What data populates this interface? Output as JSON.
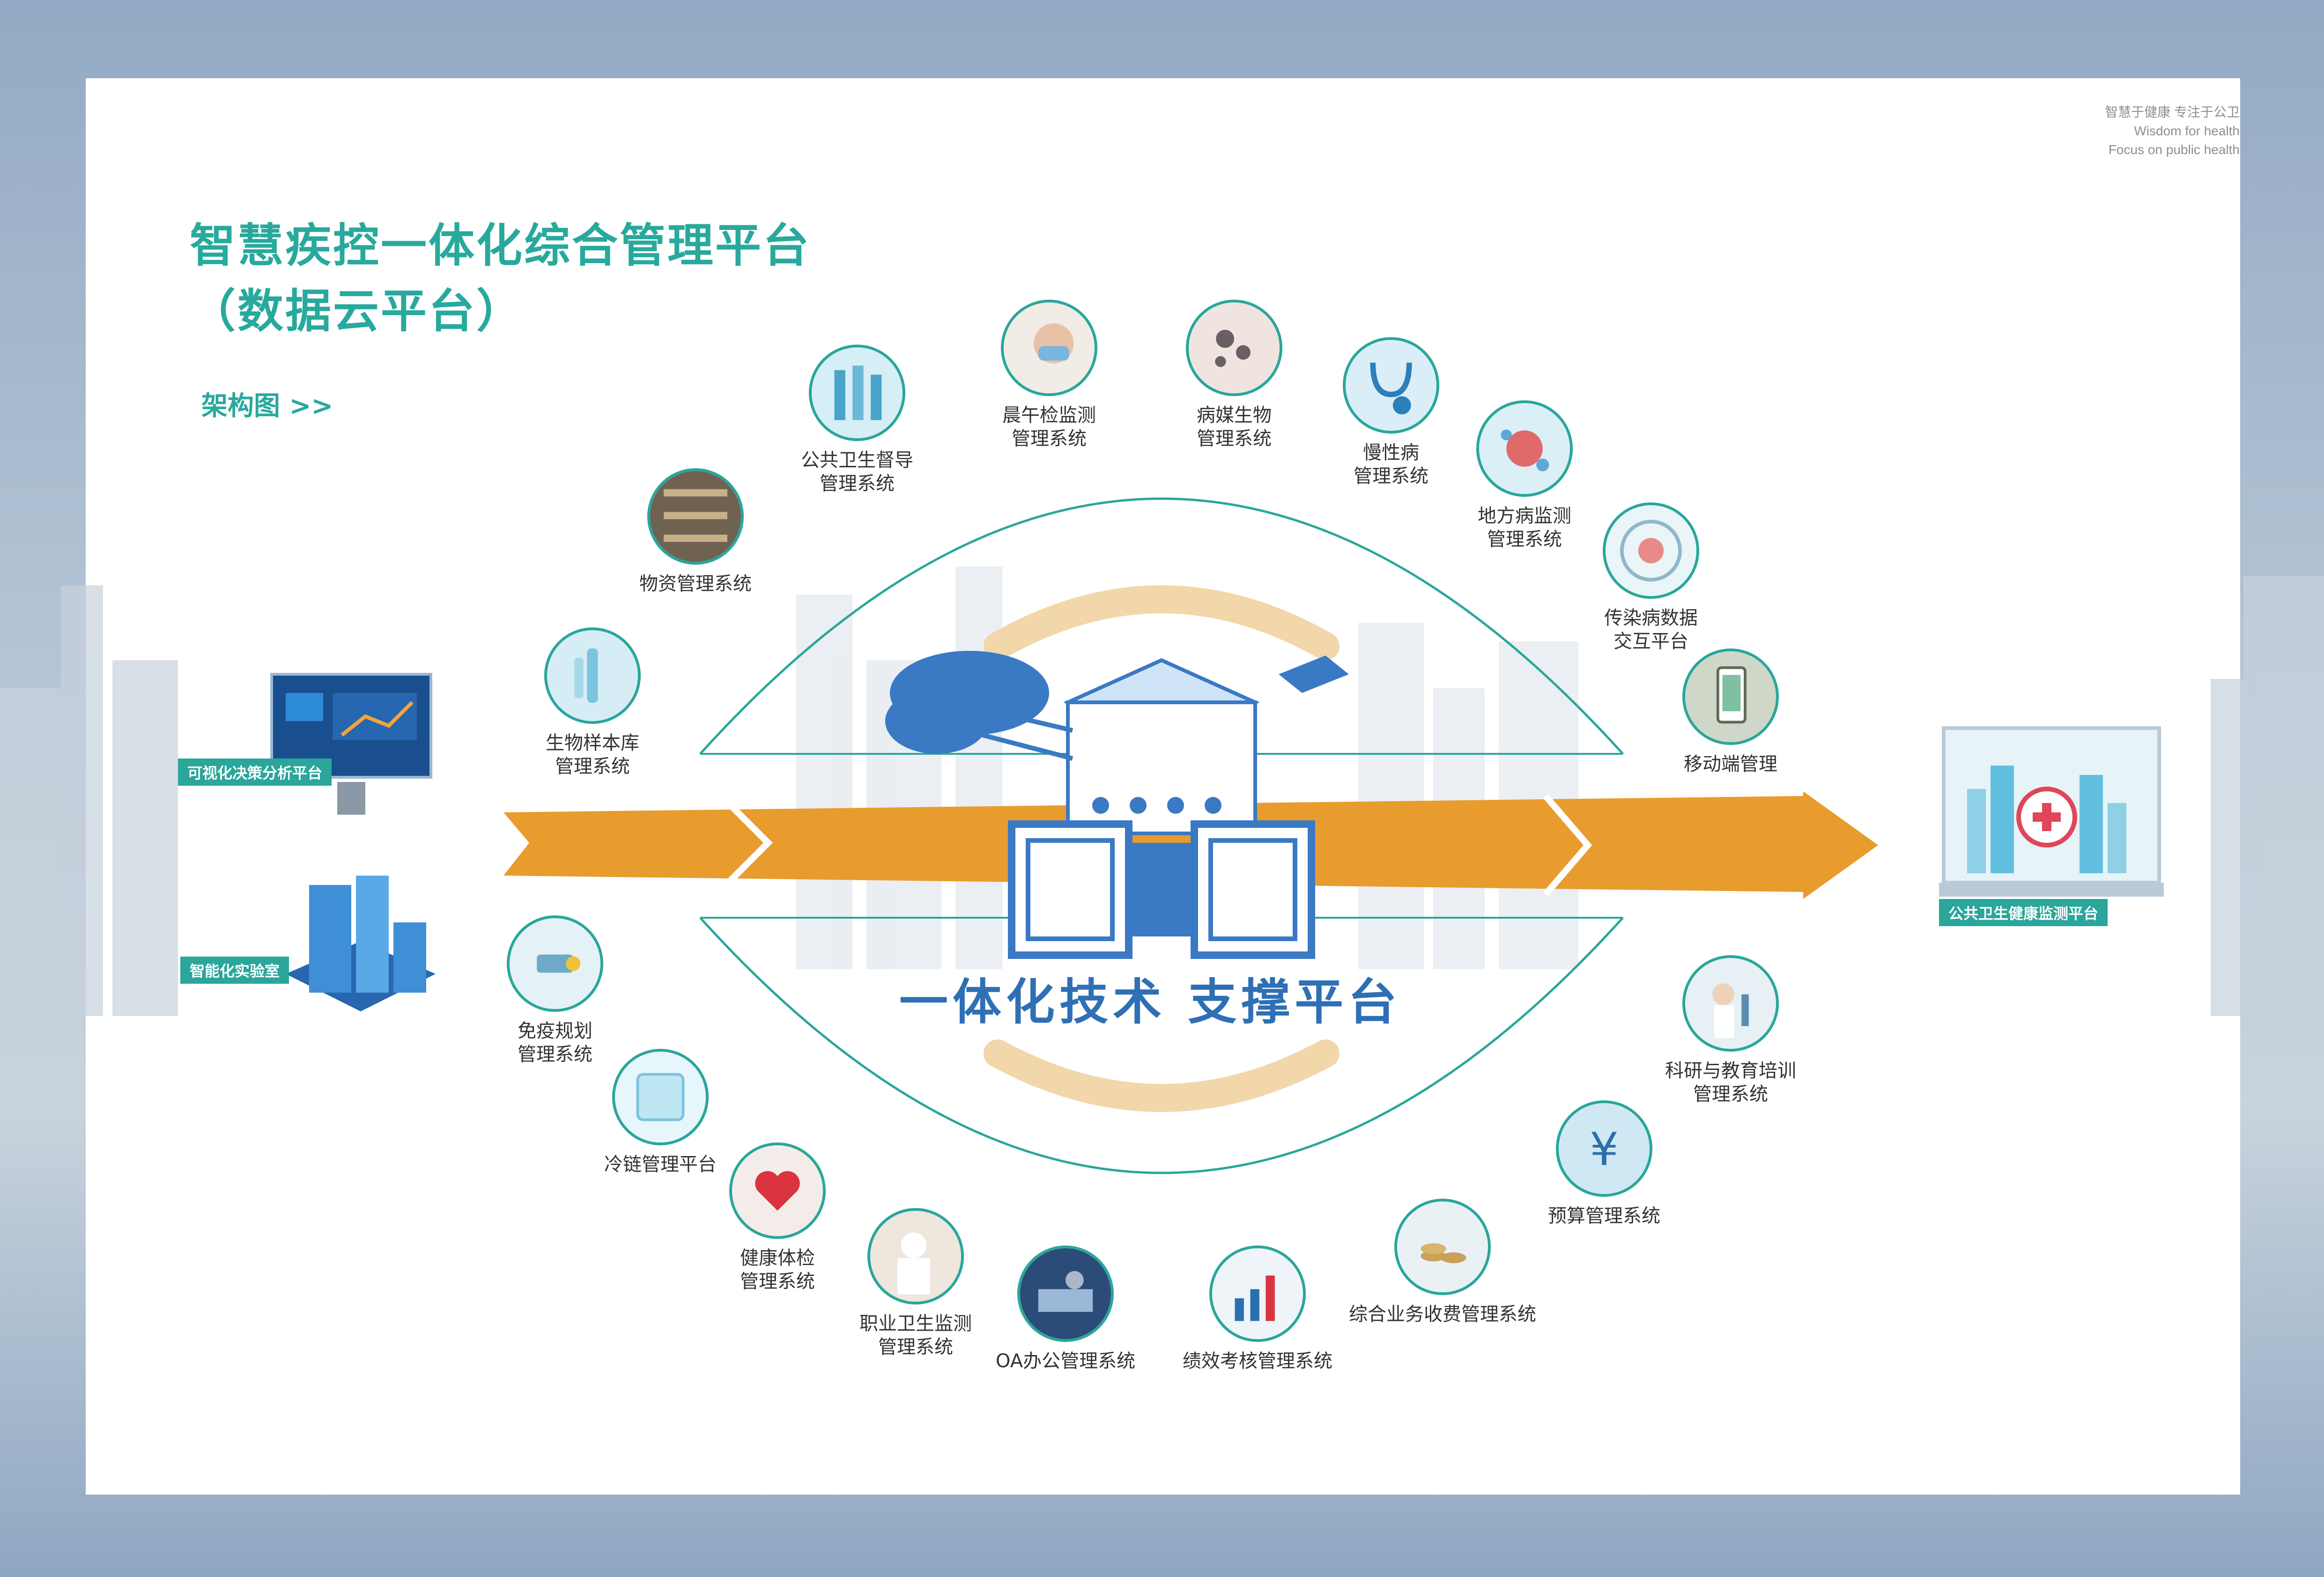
{
  "header": {
    "tagline_cn": "智慧于健康  专注于公卫",
    "tagline_en_1": "Wisdom for health",
    "tagline_en_2": "Focus on public health"
  },
  "title": {
    "line1": "智慧疾控一体化综合管理平台",
    "line2": "（数据云平台）"
  },
  "subtitle": "架构图  >>",
  "center": {
    "label": "一体化技术  支撑平台"
  },
  "left_tags": {
    "visualization": "可视化决策分析平台",
    "lab": "智能化实验室"
  },
  "right_tag": "公共卫生健康监测平台",
  "nodes": [
    {
      "label": "物资管理系统",
      "icon": "warehouse-icon"
    },
    {
      "label": "公共卫生督导\n管理系统",
      "icon": "vials-icon"
    },
    {
      "label": "晨午检监测\n管理系统",
      "icon": "masked-person-icon"
    },
    {
      "label": "病媒生物\n管理系统",
      "icon": "insects-icon"
    },
    {
      "label": "慢性病\n管理系统",
      "icon": "stethoscope-icon"
    },
    {
      "label": "地方病监测\n管理系统",
      "icon": "virus-icon"
    },
    {
      "label": "传染病数据\n交互平台",
      "icon": "petri-dish-icon"
    },
    {
      "label": "移动端管理",
      "icon": "smartphone-icon"
    },
    {
      "label": "生物样本库\n管理系统",
      "icon": "test-tube-icon"
    },
    {
      "label": "免疫规划\n管理系统",
      "icon": "vaccine-icon"
    },
    {
      "label": "冷链管理平台",
      "icon": "ice-cube-icon"
    },
    {
      "label": "健康体检\n管理系统",
      "icon": "heart-hands-icon"
    },
    {
      "label": "职业卫生监测\n管理系统",
      "icon": "lab-worker-icon"
    },
    {
      "label": "OA办公管理系统",
      "icon": "keyboard-icon"
    },
    {
      "label": "绩效考核管理系统",
      "icon": "growth-chart-icon"
    },
    {
      "label": "综合业务收费管理系统",
      "icon": "coins-icon"
    },
    {
      "label": "预算管理系统",
      "icon": "yuan-icon"
    },
    {
      "label": "科研与教育培训\n管理系统",
      "icon": "microscope-icon"
    }
  ]
}
